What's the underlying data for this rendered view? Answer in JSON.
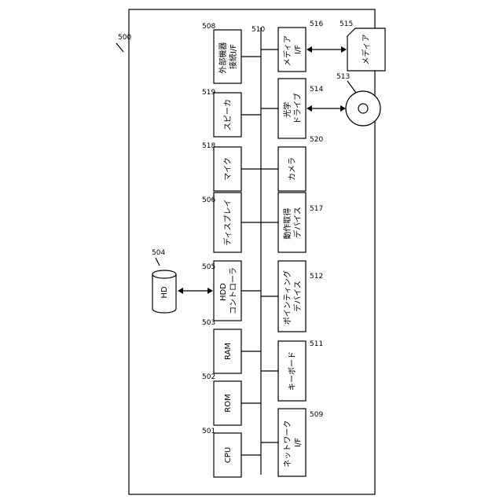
{
  "figure": {
    "ref_device": "500",
    "ref_bus": "510",
    "left_row": [
      {
        "id": "cpu",
        "ref": "501",
        "lines": [
          "CPU"
        ]
      },
      {
        "id": "rom",
        "ref": "502",
        "lines": [
          "ROM"
        ]
      },
      {
        "id": "ram",
        "ref": "503",
        "lines": [
          "RAM"
        ]
      },
      {
        "id": "hdd-ctrl",
        "ref": "505",
        "lines": [
          "HDD",
          "コントローラ"
        ]
      },
      {
        "id": "display",
        "ref": "506",
        "lines": [
          "ディスプレイ"
        ]
      },
      {
        "id": "mic",
        "ref": "518",
        "lines": [
          "マイク"
        ]
      },
      {
        "id": "speaker",
        "ref": "519",
        "lines": [
          "スピーカ"
        ]
      },
      {
        "id": "ext-if",
        "ref": "508",
        "lines": [
          "外部機器",
          "接続I/F"
        ]
      }
    ],
    "right_row": [
      {
        "id": "net-if",
        "ref": "509",
        "lines": [
          "ネットワーク",
          "I/F"
        ]
      },
      {
        "id": "keyboard",
        "ref": "511",
        "lines": [
          "キーボード"
        ]
      },
      {
        "id": "pointing",
        "ref": "512",
        "lines": [
          "ポインティング",
          "デバイス"
        ]
      },
      {
        "id": "motion",
        "ref": "517",
        "lines": [
          "動作取得",
          "デバイス"
        ]
      },
      {
        "id": "camera",
        "ref": "520",
        "lines": [
          "カメラ"
        ]
      },
      {
        "id": "optical",
        "ref": "514",
        "lines": [
          "光学",
          "ドライブ"
        ]
      },
      {
        "id": "media-if",
        "ref": "516",
        "lines": [
          "メディア",
          "I/F"
        ]
      }
    ],
    "hd": {
      "ref": "504",
      "label": "HD"
    },
    "disc": {
      "ref": "513"
    },
    "media_ext": {
      "ref": "515",
      "label": "メディア"
    }
  }
}
